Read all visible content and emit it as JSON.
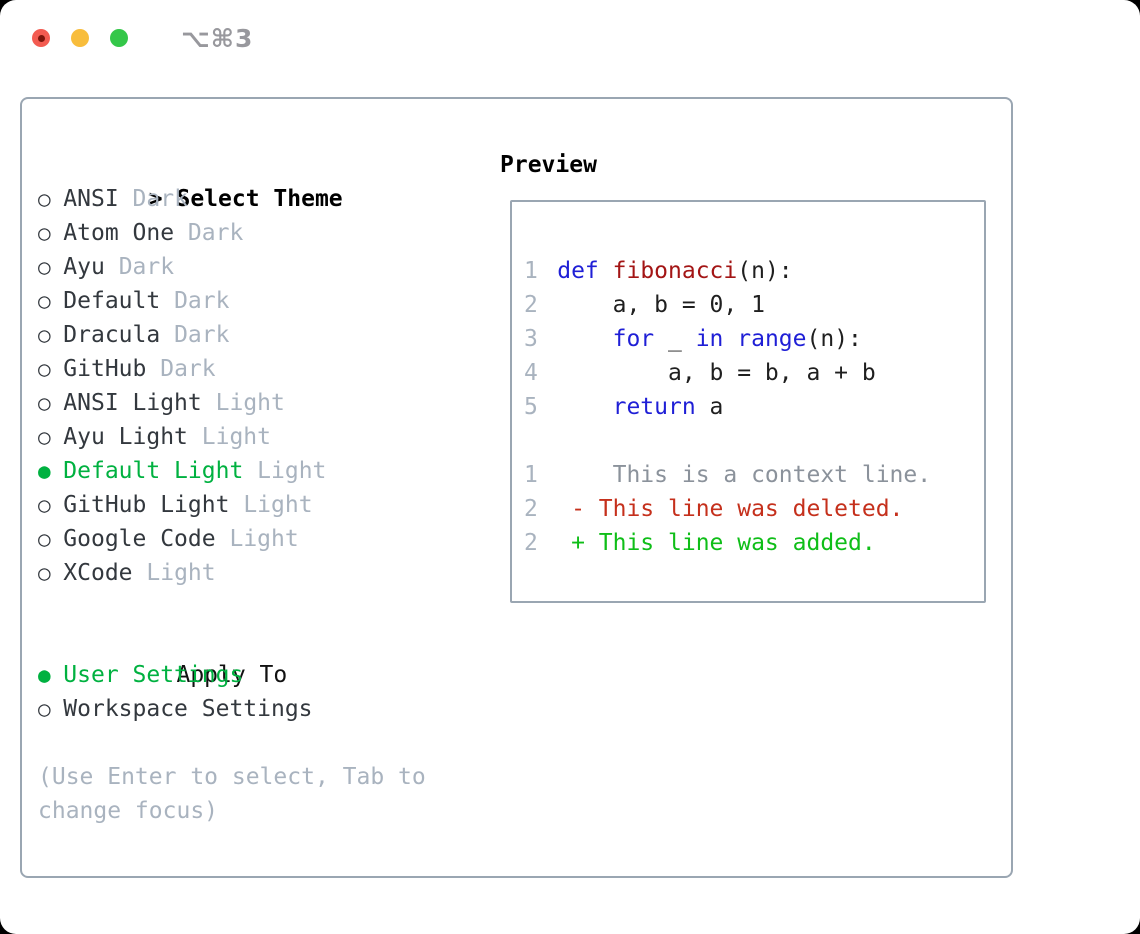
{
  "window": {
    "shortcut": "⌥⌘3",
    "traffic_lights": [
      {
        "name": "close",
        "color": "#f35b51"
      },
      {
        "name": "minimize",
        "color": "#f8bd3c"
      },
      {
        "name": "zoom",
        "color": "#34c749"
      }
    ]
  },
  "theme_panel": {
    "header_marker": ">",
    "header": "Select Theme",
    "radio_on": "●",
    "radio_off": "○",
    "themes": [
      {
        "name": "ANSI",
        "variant": "Dark",
        "selected": false
      },
      {
        "name": "Atom One",
        "variant": "Dark",
        "selected": false
      },
      {
        "name": "Ayu",
        "variant": "Dark",
        "selected": false
      },
      {
        "name": "Default",
        "variant": "Dark",
        "selected": false
      },
      {
        "name": "Dracula",
        "variant": "Dark",
        "selected": false
      },
      {
        "name": "GitHub",
        "variant": "Dark",
        "selected": false
      },
      {
        "name": "ANSI Light",
        "variant": "Light",
        "selected": false
      },
      {
        "name": "Ayu Light",
        "variant": "Light",
        "selected": false
      },
      {
        "name": "Default Light",
        "variant": "Light",
        "selected": true
      },
      {
        "name": "GitHub Light",
        "variant": "Light",
        "selected": false
      },
      {
        "name": "Google Code",
        "variant": "Light",
        "selected": false
      },
      {
        "name": "XCode",
        "variant": "Light",
        "selected": false
      }
    ],
    "apply_header": "Apply To",
    "apply_options": [
      {
        "label": "User Settings",
        "selected": true
      },
      {
        "label": "Workspace Settings",
        "selected": false
      }
    ],
    "hint_lines": [
      "(Use Enter to select, Tab to",
      "change focus)"
    ]
  },
  "preview": {
    "header": "Preview",
    "code_lines": [
      {
        "num": "1",
        "tokens": [
          {
            "t": "def",
            "c": "keyword"
          },
          {
            "t": " "
          },
          {
            "t": "fibonacci",
            "c": "function"
          },
          {
            "t": "(n):"
          }
        ]
      },
      {
        "num": "2",
        "tokens": [
          {
            "t": "    a, b = 0, 1"
          }
        ]
      },
      {
        "num": "3",
        "tokens": [
          {
            "t": "    "
          },
          {
            "t": "for",
            "c": "keyword"
          },
          {
            "t": " _ "
          },
          {
            "t": "in",
            "c": "keyword"
          },
          {
            "t": " "
          },
          {
            "t": "range",
            "c": "keyword"
          },
          {
            "t": "(n):"
          }
        ]
      },
      {
        "num": "4",
        "tokens": [
          {
            "t": "        a, b = b, a + b"
          }
        ]
      },
      {
        "num": "5",
        "tokens": [
          {
            "t": "    "
          },
          {
            "t": "return",
            "c": "keyword"
          },
          {
            "t": " a"
          }
        ]
      }
    ],
    "diff_lines": [
      {
        "num": "1",
        "kind": "context",
        "text": "    This is a context line."
      },
      {
        "num": "2",
        "kind": "deleted",
        "text": " - This line was deleted."
      },
      {
        "num": "2",
        "kind": "added",
        "text": " + This line was added."
      }
    ]
  },
  "colors": {
    "accent_green": "#00b140",
    "keyword_blue": "#1f1fd6",
    "function_red": "#a31515",
    "deleted_red": "#c5301c",
    "added_green": "#0fbe18",
    "muted_gray": "#a9b3bf",
    "border_gray": "#9aa6b2"
  }
}
